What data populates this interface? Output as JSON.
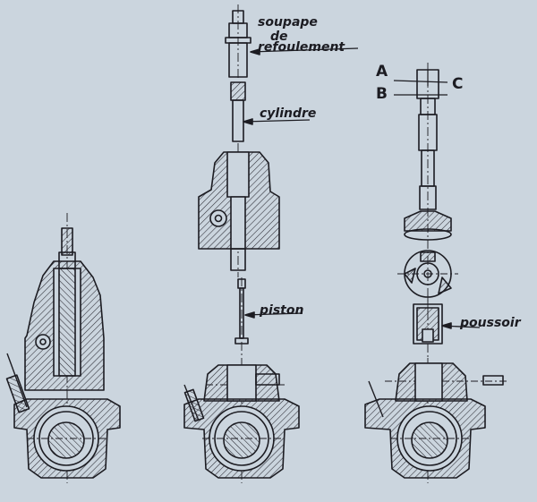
{
  "labels": {
    "soupape": "soupape",
    "de": "de",
    "refoulement": "refoulement",
    "cylindre": "cylindre",
    "piston": "piston",
    "poussoir": "poussoir",
    "A": "A",
    "B": "B",
    "C": "C"
  },
  "colors": {
    "paper": "#cbd5de",
    "ink": "#1c1c22",
    "hatch": "#2a2a33"
  }
}
